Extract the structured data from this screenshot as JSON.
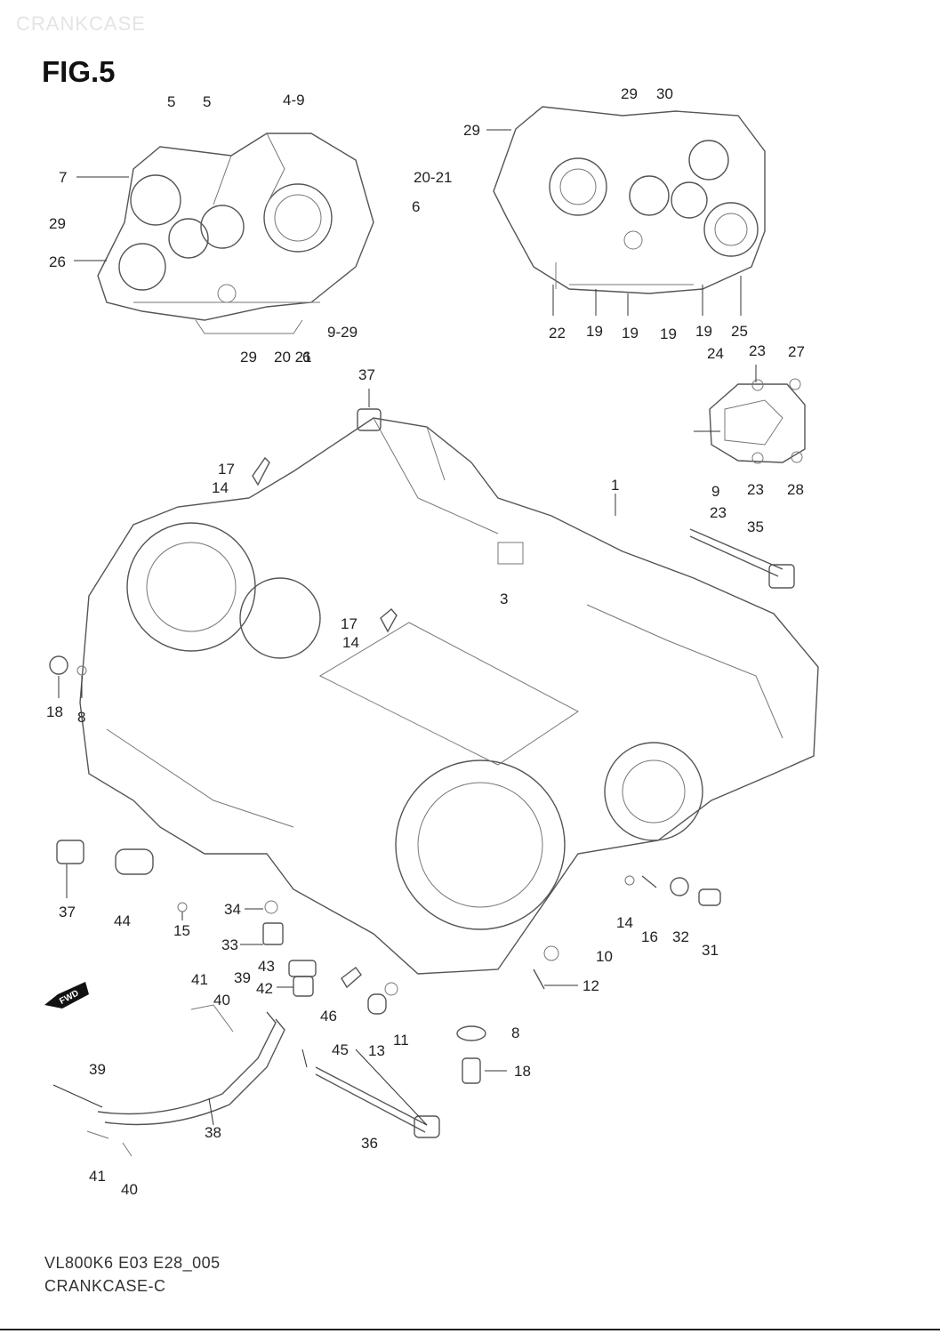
{
  "header": {
    "ghost_title": "CRANKCASE",
    "figure_title": "FIG.5"
  },
  "footer": {
    "code": "VL800K6 E03 E28_005",
    "name": "CRANKCASE-C"
  },
  "icons": {
    "fwd_arrow": {
      "icon": "fwd-arrow-icon",
      "label": "FWD"
    }
  },
  "callouts": [
    "5",
    "5",
    "4-9",
    "7",
    "20-21",
    "6",
    "29",
    "26",
    "9-29",
    "29",
    "20 21",
    "6",
    "29",
    "30",
    "29",
    "22",
    "19",
    "19",
    "19",
    "19",
    "25",
    "24",
    "23",
    "27",
    "9",
    "23",
    "28",
    "23",
    "37",
    "17",
    "14",
    "1",
    "35",
    "3",
    "17",
    "14",
    "18",
    "8",
    "37",
    "44",
    "15",
    "34",
    "33",
    "43",
    "42",
    "41",
    "40",
    "39",
    "46",
    "45",
    "13",
    "11",
    "14",
    "16",
    "32",
    "31",
    "10",
    "12",
    "8",
    "18",
    "39",
    "38",
    "41",
    "40",
    "36"
  ]
}
